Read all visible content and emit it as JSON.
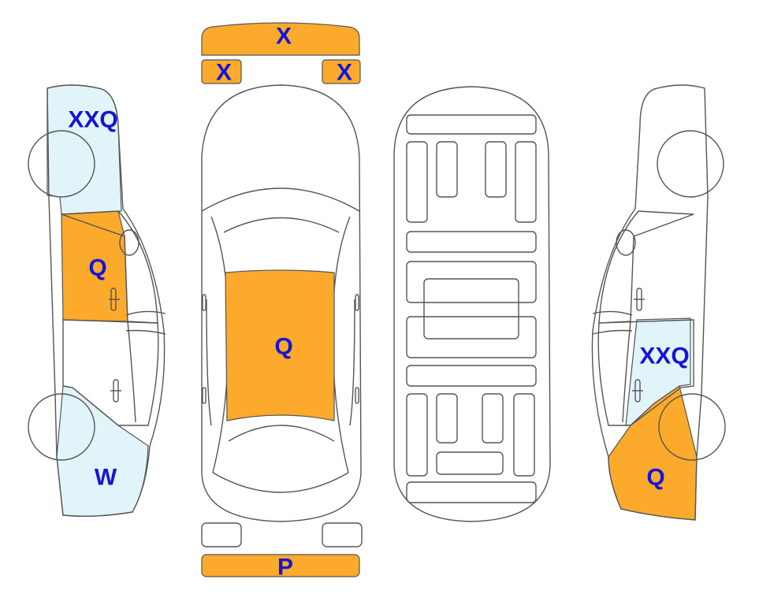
{
  "colors": {
    "damage_orange": "#FBAA2C",
    "light_blue": "#E1F4FA",
    "label_blue": "#1515D5",
    "outline": "#555555"
  },
  "labels": {
    "front_bumper": "X",
    "left_headlight": "X",
    "right_headlight": "X",
    "left_rear_fender": "XXQ",
    "left_rear_door": "Q",
    "left_front_fender": "W",
    "roof": "Q",
    "rear_bumper": "P",
    "right_front_door": "XXQ",
    "right_front_fender": "Q"
  }
}
